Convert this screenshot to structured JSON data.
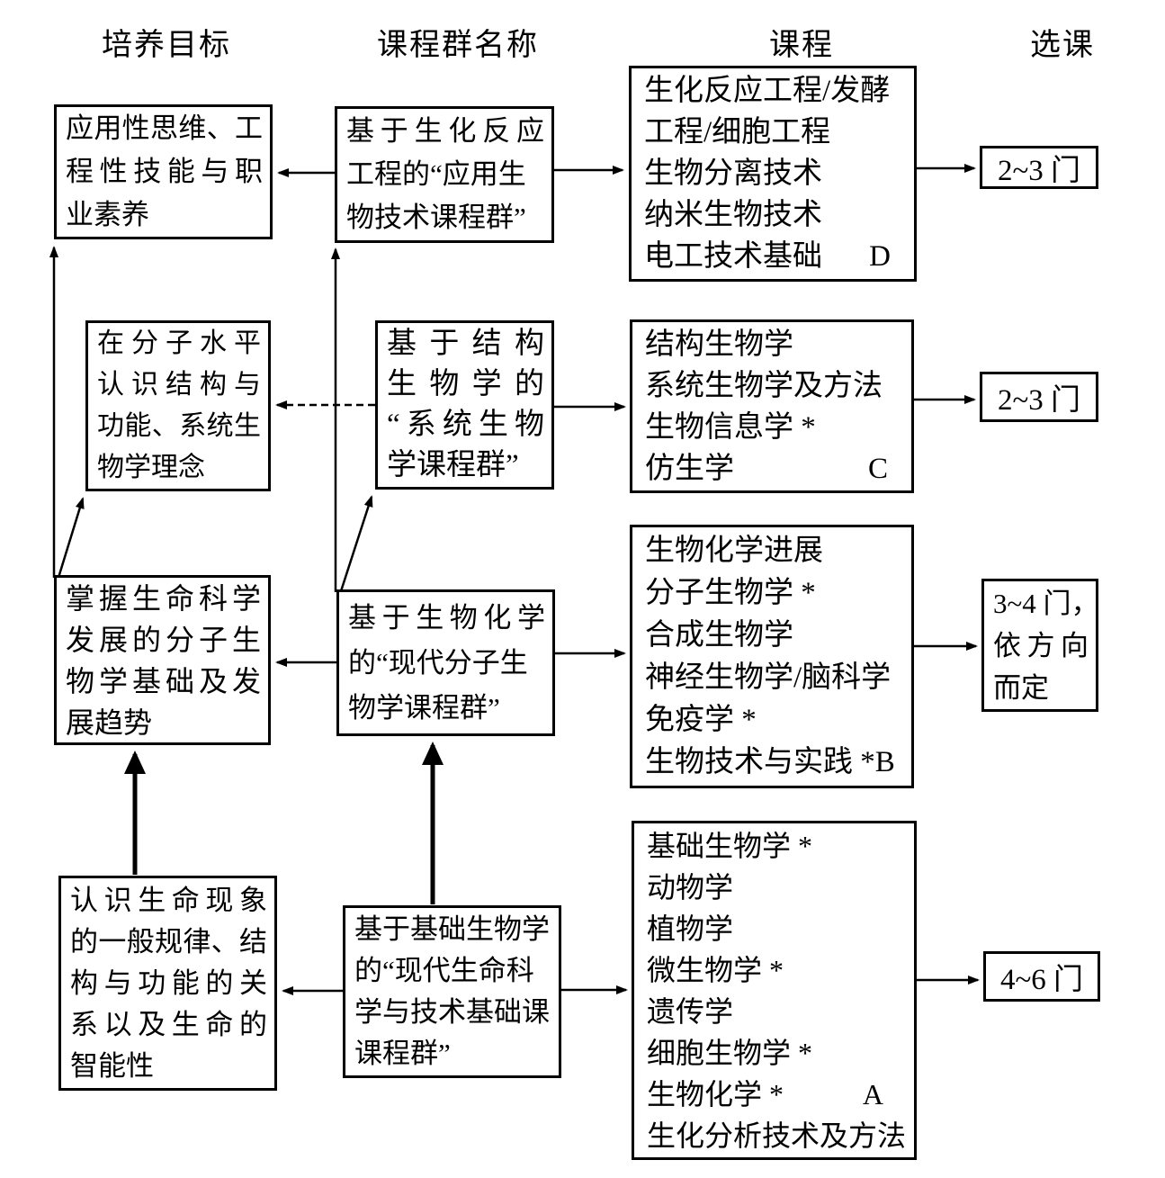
{
  "colors": {
    "text": "#000000",
    "background": "#ffffff",
    "border": "#000000"
  },
  "headers": {
    "goals": "培养目标",
    "groups": "课程群名称",
    "courses": "课程",
    "selection": "选课"
  },
  "goals": {
    "d": {
      "lines": [
        "应用性思维、工",
        "程性技能与职",
        "业素养"
      ]
    },
    "c": {
      "lines": [
        "在分子水平",
        "认识结构与",
        "功能、系统生",
        "物学理念"
      ]
    },
    "b": {
      "lines": [
        "掌握生命科学",
        "发展的分子生",
        "物学基础及发",
        "展趋势"
      ]
    },
    "a": {
      "lines": [
        "认识生命现象",
        "的一般规律、结",
        "构与功能的关",
        "系以及生命的",
        "智能性"
      ]
    }
  },
  "groups": {
    "d": {
      "lines": [
        "基于生化反应",
        "工程的“应用生",
        "物技术课程群”"
      ]
    },
    "c": {
      "lines": [
        "基于结构",
        "生物学的",
        "“系统生物",
        "学课程群”"
      ]
    },
    "b": {
      "lines": [
        "基于生物化学",
        "的“现代分子生",
        "物学课程群”"
      ]
    },
    "a": {
      "lines": [
        "基于基础生物学",
        "的“现代生命科",
        "学与技术基础课",
        "课程群”"
      ]
    }
  },
  "courses": {
    "d": {
      "items": [
        "生化反应工程/发酵",
        "工程/细胞工程",
        "生物分离技术",
        "纳米生物技术",
        "电工技术基础"
      ],
      "label": "D"
    },
    "c": {
      "items": [
        "结构生物学",
        "系统生物学及方法",
        "生物信息学 *",
        "仿生学"
      ],
      "label": "C"
    },
    "b": {
      "items": [
        "生物化学进展",
        "分子生物学 *",
        "合成生物学",
        "神经生物学/脑科学",
        "免疫学 *",
        "生物技术与实践 *"
      ],
      "label": "B"
    },
    "a": {
      "items": [
        "基础生物学 *",
        "动物学",
        "植物学",
        "微生物学 *",
        "遗传学",
        "细胞生物学 *",
        "生物化学 *",
        "生化分析技术及方法"
      ],
      "label": "A"
    }
  },
  "selection": {
    "d": {
      "text": "2~3 门"
    },
    "c": {
      "text": "2~3 门"
    },
    "b": {
      "lines": [
        "3~4 门，",
        "依方向",
        "而定"
      ]
    },
    "a": {
      "text": "4~6 门"
    }
  }
}
